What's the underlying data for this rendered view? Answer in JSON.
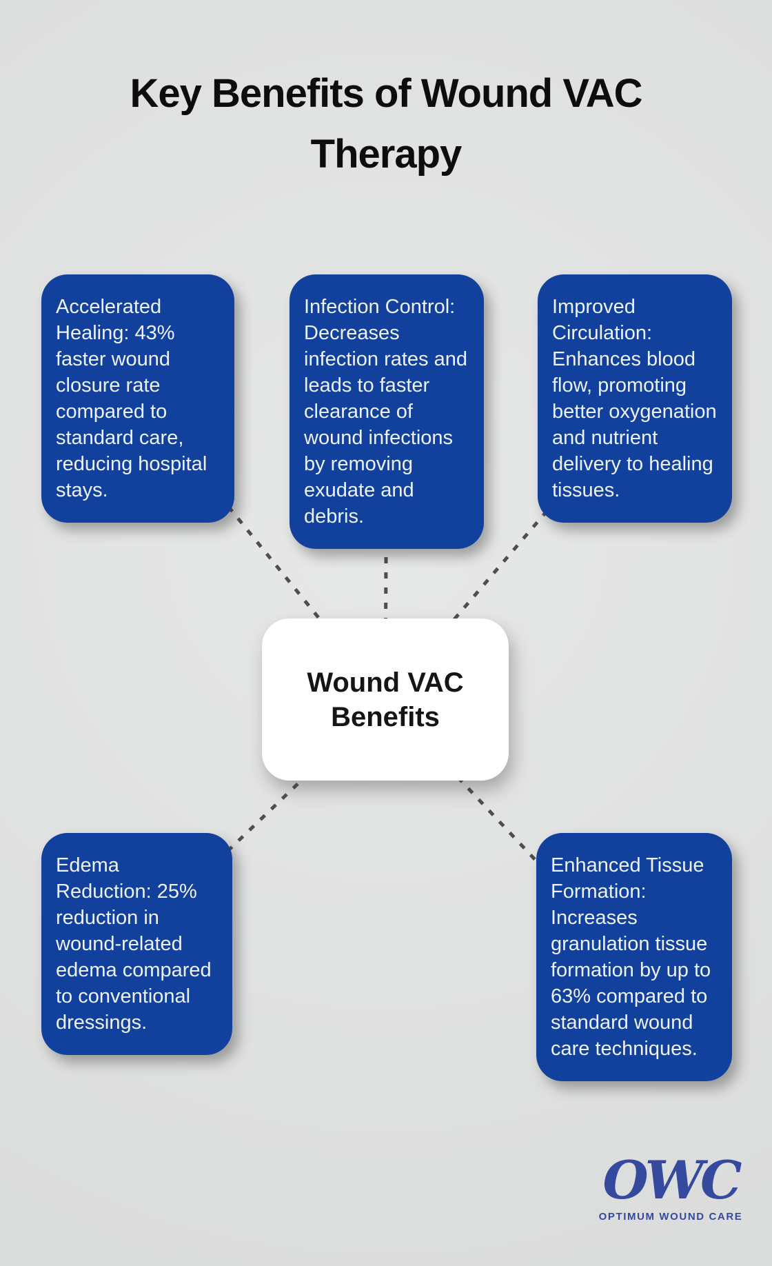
{
  "title": "Key Benefits of Wound VAC Therapy",
  "center": {
    "label": "Wound VAC Benefits"
  },
  "nodes": [
    {
      "id": "accelerated-healing",
      "text": "Accelerated Healing: 43% faster wound closure rate compared to standard care, reducing hospital stays."
    },
    {
      "id": "infection-control",
      "text": "Infection Control: Decreases infection rates and leads to faster clearance of wound infections by removing exudate and debris."
    },
    {
      "id": "improved-circulation",
      "text": "Improved Circulation: Enhances blood flow, promoting better oxygenation and nutrient delivery to healing tissues."
    },
    {
      "id": "edema-reduction",
      "text": "Edema Reduction: 25% reduction in wound-related edema compared to conventional dressings."
    },
    {
      "id": "enhanced-tissue-formation",
      "text": "Enhanced Tissue Formation: Increases granulation tissue formation by up to 63% compared to standard wound care techniques."
    }
  ],
  "logo": {
    "acronym": "OWC",
    "name": "OPTIMUM WOUND CARE"
  },
  "colors": {
    "node_blue": "#12409d",
    "node_text": "#edf2fb",
    "background": "#e0e1e1",
    "connector_gray": "#4e4e4e",
    "logo_blue": "#35499e",
    "title_black": "#0d0d0d"
  }
}
